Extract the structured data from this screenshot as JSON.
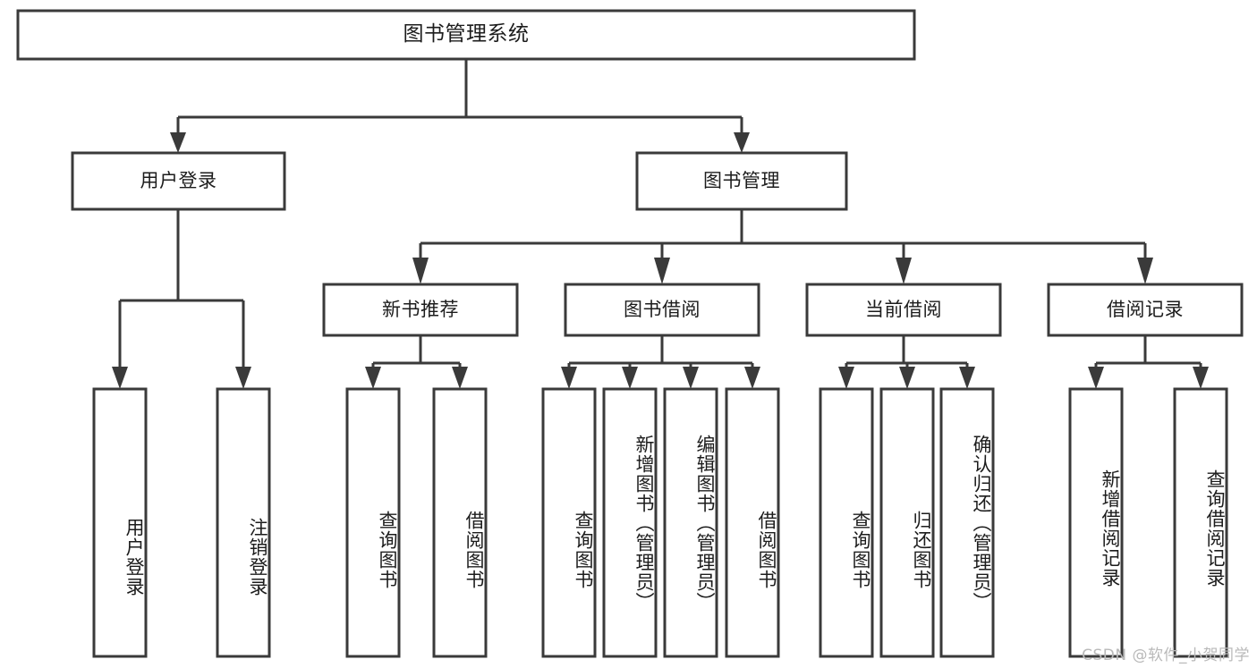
{
  "diagram": {
    "type": "tree-hierarchy-chart",
    "title": "图书管理系统",
    "background_color": "#ffffff",
    "line_color": "#3a3a3a",
    "text_color": "#1c1c1c",
    "levels": {
      "root": {
        "label": "图书管理系统"
      },
      "level2": [
        {
          "id": "user-login",
          "label": "用户登录"
        },
        {
          "id": "book-management",
          "label": "图书管理"
        }
      ],
      "level3": [
        {
          "id": "new-book-recommend",
          "label": "新书推荐",
          "parent": "book-management"
        },
        {
          "id": "book-borrow",
          "label": "图书借阅",
          "parent": "book-management"
        },
        {
          "id": "current-borrow",
          "label": "当前借阅",
          "parent": "book-management"
        },
        {
          "id": "borrow-record",
          "label": "借阅记录",
          "parent": "book-management"
        }
      ],
      "leaves": {
        "user_login": [
          {
            "id": "leaf-user-login",
            "label": "用户登录"
          },
          {
            "id": "leaf-logout",
            "label": "注销登录"
          }
        ],
        "new_book_recommend": [
          {
            "id": "leaf-query-book-1",
            "label": "查询图书"
          },
          {
            "id": "leaf-borrow-book-1",
            "label": "借阅图书"
          }
        ],
        "book_borrow": [
          {
            "id": "leaf-query-book-2",
            "label": "查询图书"
          },
          {
            "id": "leaf-add-book",
            "label": "新增图书（管理员）"
          },
          {
            "id": "leaf-edit-book",
            "label": "编辑图书（管理员）"
          },
          {
            "id": "leaf-borrow-book-2",
            "label": "借阅图书"
          }
        ],
        "current_borrow": [
          {
            "id": "leaf-query-book-3",
            "label": "查询图书"
          },
          {
            "id": "leaf-return-book",
            "label": "归还图书"
          },
          {
            "id": "leaf-confirm-return",
            "label": "确认归还（管理员）"
          }
        ],
        "borrow_record": [
          {
            "id": "leaf-add-record",
            "label": "新增借阅记录"
          },
          {
            "id": "leaf-query-record",
            "label": "查询借阅记录"
          }
        ]
      }
    }
  },
  "watermark": {
    "text": "CSDN @软件_小贺同学"
  }
}
